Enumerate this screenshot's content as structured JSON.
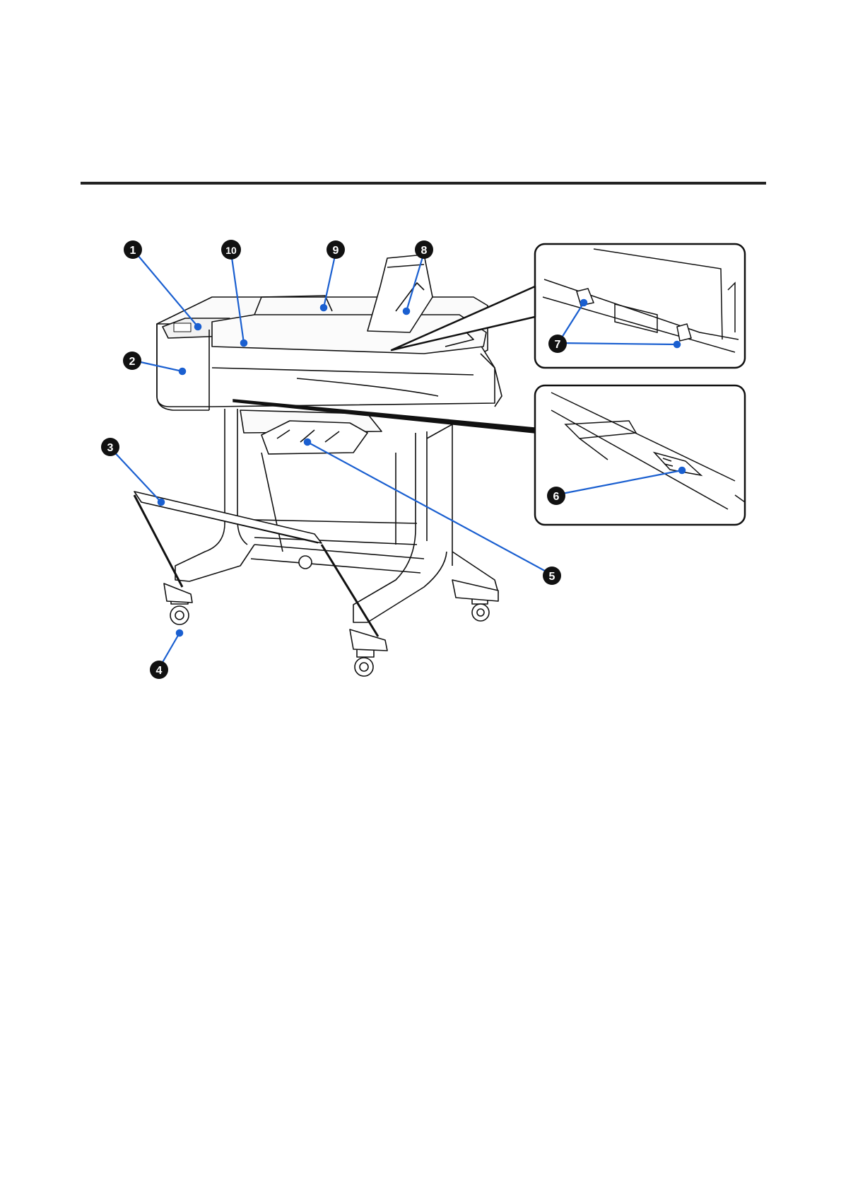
{
  "colors": {
    "callout_line": "#1a5fd0",
    "ink": "#111111",
    "badge": "#111111"
  },
  "callouts": [
    {
      "id": "1",
      "label": "1"
    },
    {
      "id": "2",
      "label": "2"
    },
    {
      "id": "3",
      "label": "3"
    },
    {
      "id": "4",
      "label": "4"
    },
    {
      "id": "5",
      "label": "5"
    },
    {
      "id": "6",
      "label": "6"
    },
    {
      "id": "7",
      "label": "7"
    },
    {
      "id": "8",
      "label": "8"
    },
    {
      "id": "9",
      "label": "9"
    },
    {
      "id": "10",
      "label": "10"
    }
  ]
}
